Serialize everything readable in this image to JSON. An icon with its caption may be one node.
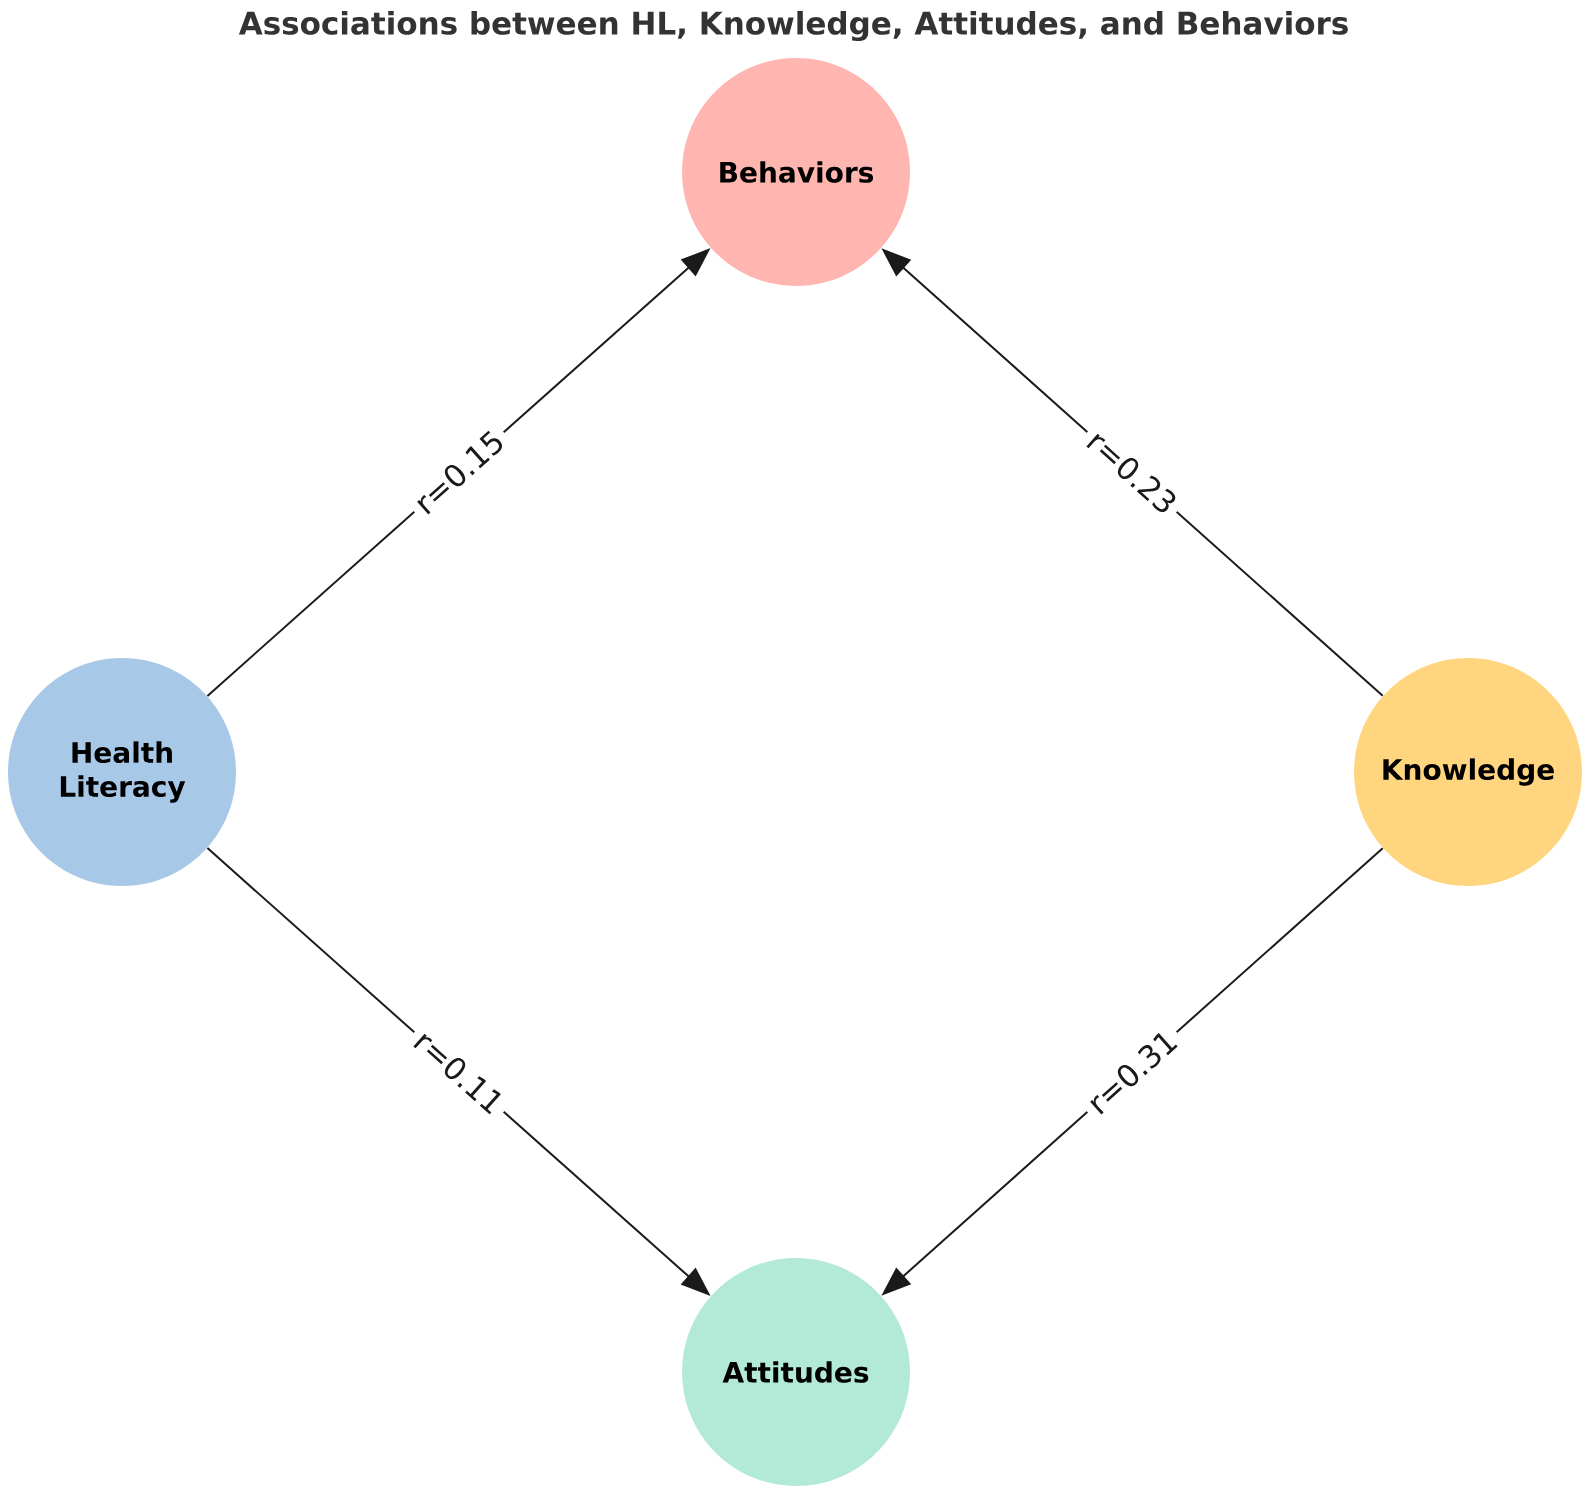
{
  "diagram": {
    "title": "Associations between HL, Knowledge, Attitudes, and Behaviors",
    "nodes": [
      {
        "text": [
          "Behaviors"
        ]
      },
      {
        "text": [
          "Health Literacy"
        ]
      },
      {
        "text": [
          "Knowledge"
        ]
      },
      {
        "text": [
          "Attitudes"
        ]
      }
    ],
    "edges": [
      {
        "from": 1,
        "to": 0,
        "arrow": "to",
        "label": "r=0.15"
      },
      {
        "from": 2,
        "to": 0,
        "arrow": "to",
        "label": "r=0.23"
      },
      {
        "from": 1,
        "to": 3,
        "arrow": "to",
        "label": "r=0.11"
      },
      {
        "from": 2,
        "to": 3,
        "arrow": "to",
        "label": "r=0.31"
      }
    ]
  }
}
